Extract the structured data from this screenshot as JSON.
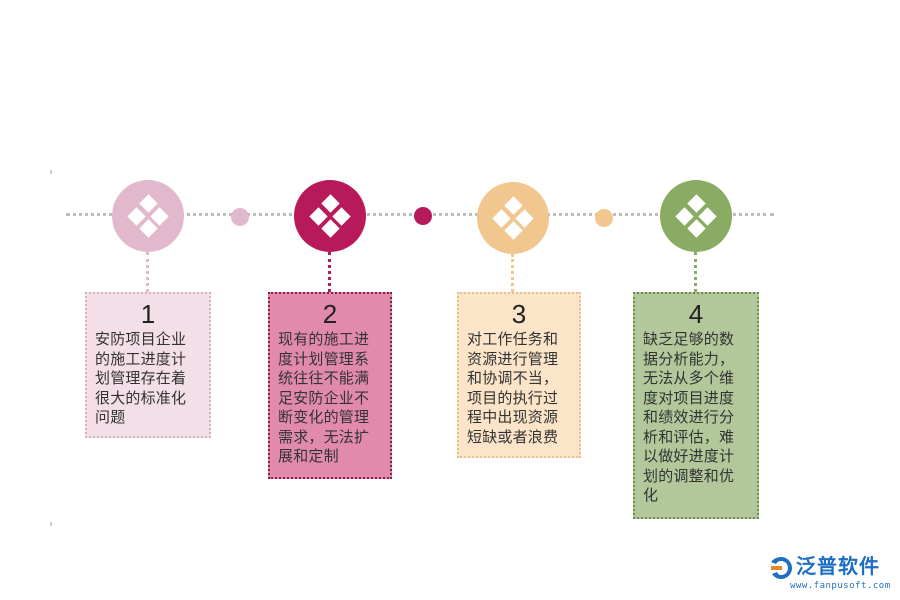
{
  "steps": [
    {
      "number": "1",
      "text": "安防项目企业的施工进度计划管理存在着很大的标准化问题",
      "node_color": "#e2b9cc",
      "card_bg": "#f3dfe7",
      "card_border": "#d8b2c3"
    },
    {
      "number": "2",
      "text": "现有的施工进度计划管理系统往往不能满足安防企业不断变化的管理需求，无法扩展和定制",
      "node_color": "#b8195a",
      "card_bg": "#e18aab",
      "card_border": "#8c1f4a"
    },
    {
      "number": "3",
      "text": "对工作任务和资源进行管理和协调不当，项目的执行过程中出现资源短缺或者浪费",
      "node_color": "#f1c68f",
      "card_bg": "#fbe4c8",
      "card_border": "#e4c18f"
    },
    {
      "number": "4",
      "text": "缺乏足够的数据分析能力，无法从多个维度对项目进度和绩效进行分析和评估，难以做好进度计划的调整和优化",
      "node_color": "#8aab63",
      "card_bg": "#b2c89a",
      "card_border": "#6f8c4d"
    }
  ],
  "small_dots": [
    {
      "color": "#e2b9cc"
    },
    {
      "color": "#b8195a"
    },
    {
      "color": "#f1c68f"
    }
  ],
  "logo": {
    "name": "泛普软件",
    "url": "www.fanpusoft.com",
    "color": "#1e6fc1"
  }
}
